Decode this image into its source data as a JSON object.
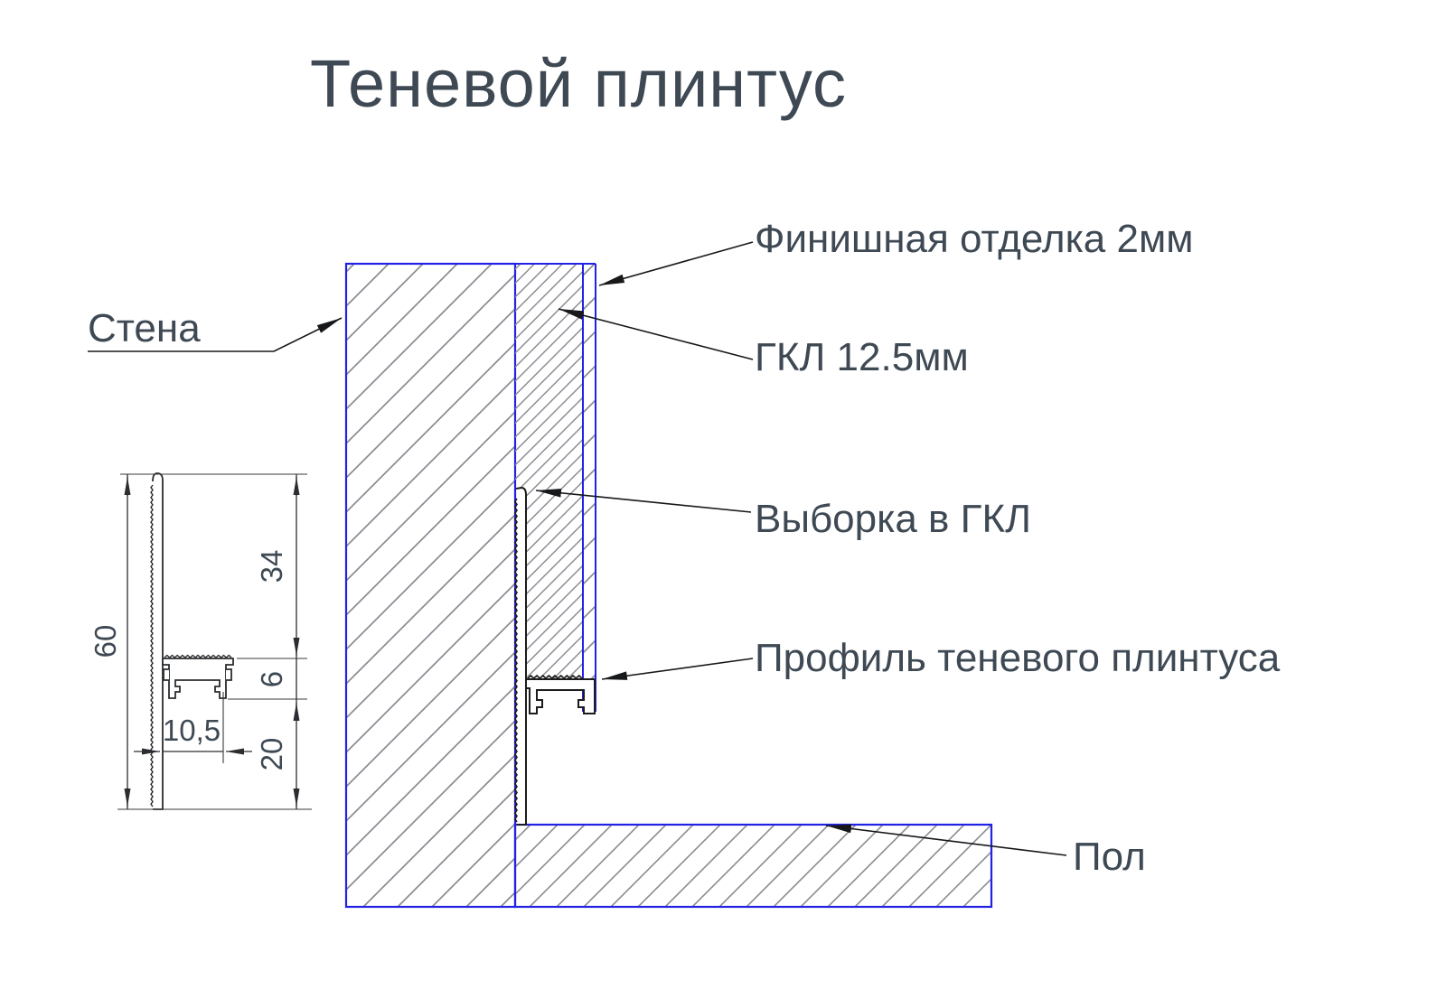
{
  "title": "Теневой плинтус",
  "labels": {
    "wall": "Стена",
    "finish": "Финишная отделка 2мм",
    "gkl": "ГКЛ 12.5мм",
    "cutout": "Выборка в ГКЛ",
    "profile": "Профиль теневого плинтуса",
    "floor": "Пол"
  },
  "dimensions": {
    "total_height": "60",
    "upper": "34",
    "channel_height": "6",
    "gap": "20",
    "channel_width": "10,5"
  },
  "colors": {
    "outline_blue": "#2222e6",
    "text_dark": "#3e4954",
    "hatch_gray": "#8b8b93",
    "profile_black": "#1c1c1c",
    "background": "#ffffff"
  }
}
